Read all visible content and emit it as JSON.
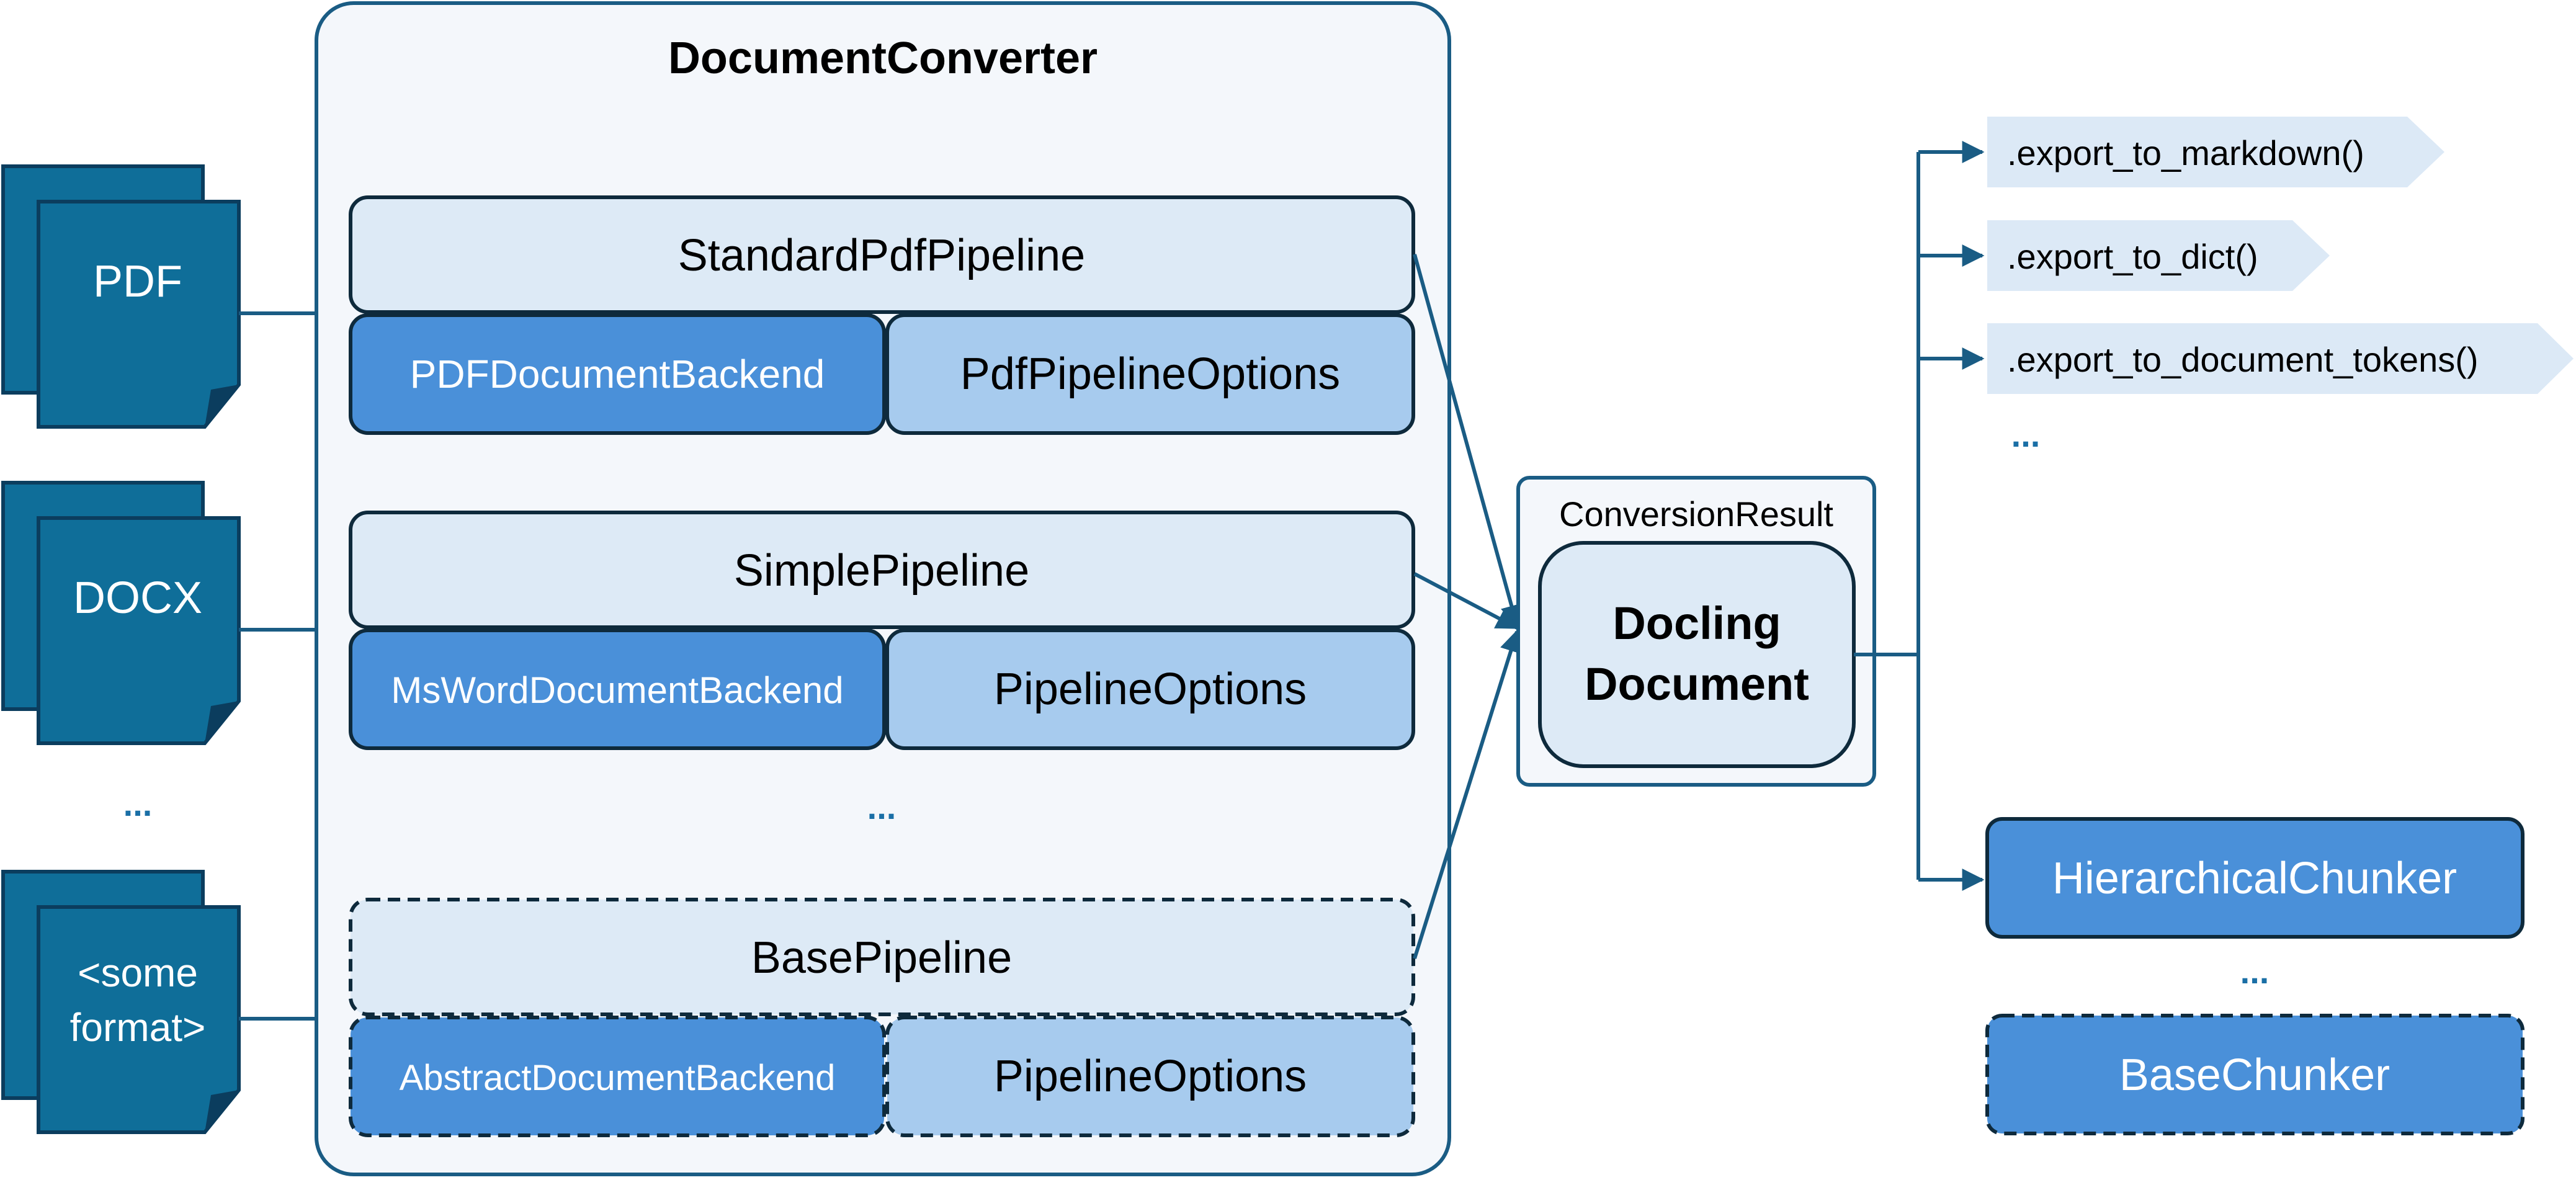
{
  "converter": {
    "title": "DocumentConverter"
  },
  "inputs": {
    "pdf": "PDF",
    "docx": "DOCX",
    "ellipsis": "...",
    "other_line1": "<some",
    "other_line2": "format>"
  },
  "pipelines": {
    "standard": {
      "name": "StandardPdfPipeline",
      "backend": "PDFDocumentBackend",
      "options": "PdfPipelineOptions"
    },
    "simple": {
      "name": "SimplePipeline",
      "backend": "MsWordDocumentBackend",
      "options": "PipelineOptions"
    },
    "ellipsis": "...",
    "base": {
      "name": "BasePipeline",
      "backend": "AbstractDocumentBackend",
      "options": "PipelineOptions"
    }
  },
  "result": {
    "label": "ConversionResult",
    "doc_line1": "Docling",
    "doc_line2": "Document"
  },
  "exports": {
    "markdown": ".export_to_markdown()",
    "dict": ".export_to_dict()",
    "tokens": ".export_to_document_tokens()",
    "ellipsis": "..."
  },
  "chunkers": {
    "hierarchical": "HierarchicalChunker",
    "ellipsis": "...",
    "base": "BaseChunker"
  },
  "colors": {
    "doc_fill": "#0F6E99",
    "doc_stroke": "#0B3D5E",
    "arrow": "#1A5C84",
    "panel_fill": "#F4F7FB",
    "pipeline_fill": "#DDEAF6",
    "backend_fill": "#4A90D9",
    "options_fill": "#A7CBEE",
    "box_stroke": "#0E2A3C",
    "export_fill": "#DCE9F6",
    "ellipsis": "#1A6FA6"
  }
}
